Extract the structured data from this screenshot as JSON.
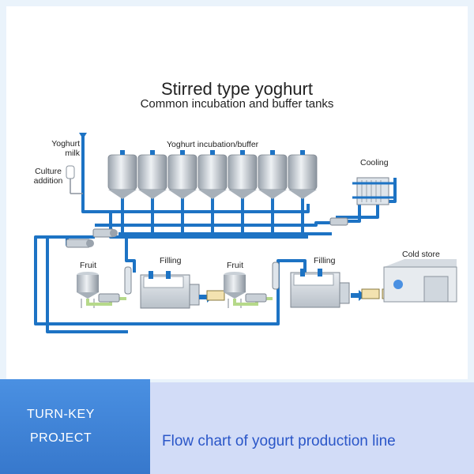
{
  "diagram": {
    "title": "Stirred type yoghurt",
    "subtitle": "Common incubation and buffer tanks",
    "labels": {
      "yoghurt_milk": [
        "Yoghurt",
        "milk"
      ],
      "culture_addition": [
        "Culture",
        "addition"
      ],
      "incubation": "Yoghurt incubation/buffer",
      "cooling": "Cooling",
      "fruit_1": "Fruit",
      "filling_1": "Filling",
      "fruit_2": "Fruit",
      "filling_2": "Filling",
      "cold_store": "Cold store"
    },
    "tank_count": 7,
    "colors": {
      "pipe": "#1d73c4",
      "accent": "#4a90e2",
      "product_pipe": "#b6d98a"
    }
  },
  "banner": {
    "left_line1": "TURN-KEY",
    "left_line2": "PROJECT",
    "caption": "Flow chart of yogurt production line"
  }
}
